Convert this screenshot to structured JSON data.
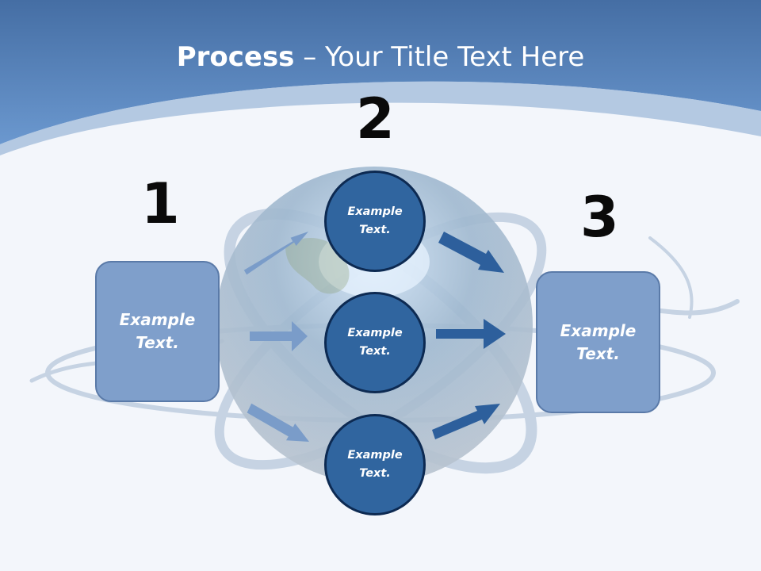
{
  "title": {
    "bold": "Process",
    "rest": " – Your Title Text Here"
  },
  "steps": [
    {
      "number": "1",
      "label": "Example\nText."
    },
    {
      "number": "2",
      "nodes": [
        "Example\nText.",
        "Example\nText.",
        "Example\nText."
      ]
    },
    {
      "number": "3",
      "label": "Example\nText."
    }
  ],
  "colors": {
    "header": "#5a86bd",
    "box_fill": "#7f9fcb",
    "circle_fill": "#30659f",
    "arrow_light": "#7a9cc9",
    "arrow_dark": "#2d5f9c"
  }
}
